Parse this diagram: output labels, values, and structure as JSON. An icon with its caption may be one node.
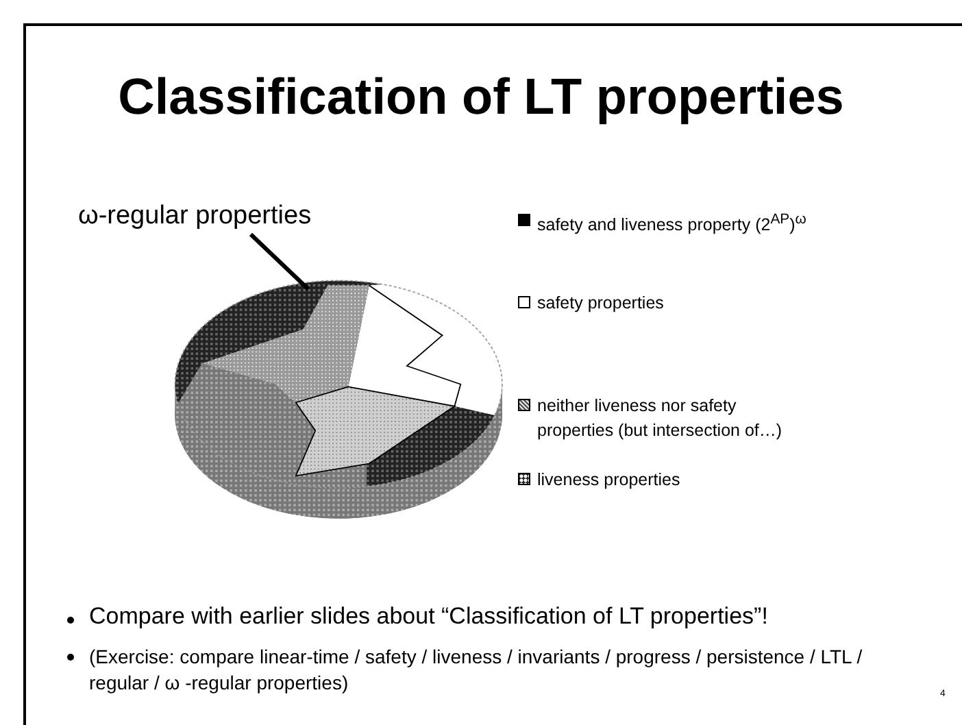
{
  "diagram": {
    "title": "Classification of LT properties",
    "nodes": [
      {
        "text": [
          "ω-regular properties"
        ]
      },
      {
        "text": [],
        "shape": "picture"
      }
    ],
    "edges": [
      {
        "from": 0,
        "to": 1,
        "arrow": "none"
      }
    ],
    "labels": [
      "Compare with earlier slides about “Classification of LT properties”!",
      "(Exercise: compare linear-time / safety / liveness / invariants / progress / persistence / LTL / regular / ω -regular properties)",
      "4"
    ],
    "legend": [
      {
        "text": "safety and liveness property  (2$^{AP}$)$^{ω}$",
        "color": "#000000"
      },
      {
        "text": "safety properties",
        "color": "#ffffff"
      },
      {
        "text": "neither liveness nor safety properties  (but intersection of…)"
      },
      {
        "text": "liveness properties"
      }
    ]
  }
}
